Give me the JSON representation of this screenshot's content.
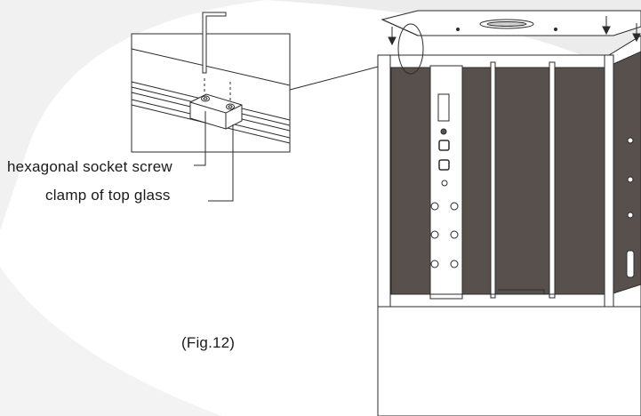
{
  "labels": {
    "screw": "hexagonal socket screw",
    "clamp": "clamp of top glass",
    "figure": "(Fig.12)"
  },
  "icons": {
    "hex_key": "hex-key-icon",
    "arrows": "down-arrow-icon"
  },
  "colors": {
    "background": "#ffffff",
    "backdrop_swoosh": "#ececec",
    "line": "#2b2b2b",
    "glass_panel": "#57504c"
  }
}
